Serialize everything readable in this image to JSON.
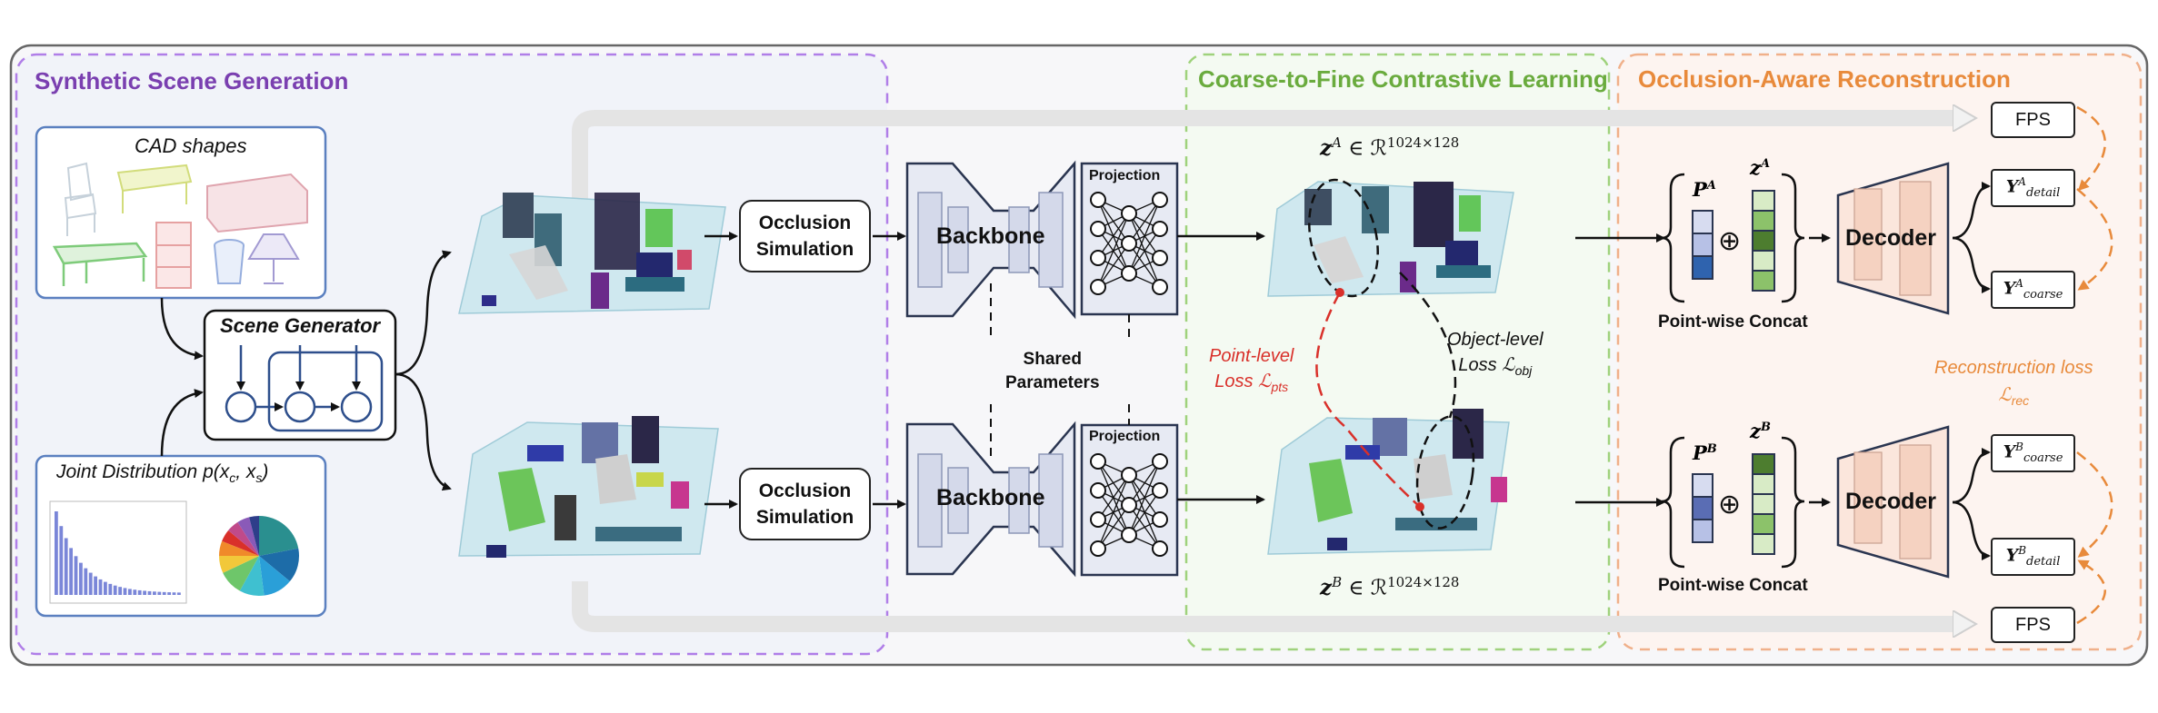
{
  "colors": {
    "purple": "#7a3fb0",
    "green": "#6aab3e",
    "orange": "#e88a3b",
    "blue_border": "#5b80c0",
    "red": "#d9302a",
    "panel_fill": "#e7eaf3",
    "decoder_fill": "#fbe6dc",
    "outer_fill": "#f7f7f9"
  },
  "sections": {
    "synthetic": "Synthetic Scene Generation",
    "contrastive": "Coarse-to-Fine Contrastive Learning",
    "reconstruction": "Occlusion-Aware Reconstruction"
  },
  "generation": {
    "cad_title": "CAD shapes",
    "scene_generator": "Scene Generator",
    "joint_distribution": "Joint Distribution  p(x",
    "joint_sub_c": "c",
    "joint_comma": ", x",
    "joint_sub_s": "s",
    "joint_close": ")"
  },
  "pipeline": {
    "occlusion_top": [
      "Occlusion",
      "Simulation"
    ],
    "occlusion_bottom": [
      "Occlusion",
      "Simulation"
    ],
    "backbone": "Backbone",
    "projection": "Projection",
    "shared": [
      "Shared",
      "Parameters"
    ]
  },
  "contrastive": {
    "zA": "z",
    "zA_sup": "A",
    "zB": "z",
    "zB_sup": "B",
    "in_R": " ∈ ℛ",
    "dims": "1024×128",
    "point_level": [
      "Point-level",
      "Loss ℒ"
    ],
    "point_sub": "pts",
    "object_level": [
      "Object-level",
      "Loss ℒ"
    ],
    "object_sub": "obj"
  },
  "reconstruction": {
    "fps_top": "FPS",
    "fps_bottom": "FPS",
    "pA": "P",
    "pA_sup": "A",
    "zA": "z",
    "zA_sup": "A",
    "pB": "P",
    "pB_sup": "B",
    "zB": "z",
    "zB_sup": "B",
    "oplus": "⊕",
    "concat_top": "Point-wise Concat",
    "concat_bottom": "Point-wise Concat",
    "decoder_top": "Decoder",
    "decoder_bottom": "Decoder",
    "y": "Y",
    "y_detail_A_sup": "A",
    "y_detail_A_sub": "detail",
    "y_coarse_A_sup": "A",
    "y_coarse_A_sub": "coarse",
    "y_coarse_B_sup": "B",
    "y_coarse_B_sub": "coarse",
    "y_detail_B_sup": "B",
    "y_detail_B_sub": "detail",
    "rec_loss": "Reconstruction loss",
    "rec_symbol": "ℒ",
    "rec_sub": "rec"
  }
}
